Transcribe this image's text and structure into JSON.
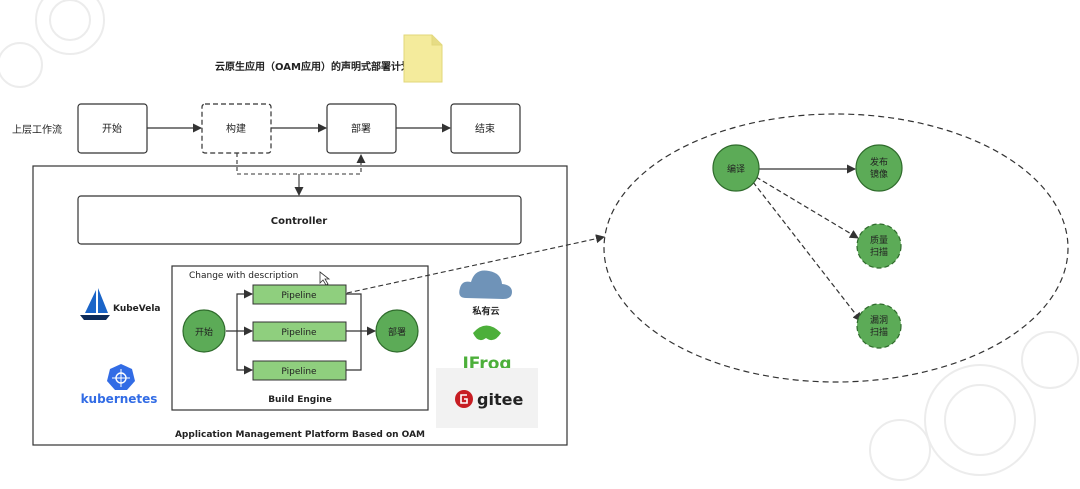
{
  "title": "云原生应用（OAM应用）的声明式部署计划",
  "upper_workflow_label": "上层工作流",
  "workflow_steps": [
    "开始",
    "构建",
    "部署",
    "结束"
  ],
  "controller_label": "Controller",
  "build_engine": {
    "note": "Change with description",
    "start": "开始",
    "end": "部署",
    "pipelines": [
      "Pipeline",
      "Pipeline",
      "Pipeline"
    ],
    "label": "Build Engine"
  },
  "platform_label": "Application Management Platform Based on OAM",
  "logos": {
    "kubevela": "KubeVela",
    "kubernetes": "kubernetes",
    "private_cloud": "私有云",
    "jfrog": "JFrog",
    "gitee": "gitee"
  },
  "detail": {
    "compile": "编译",
    "publish": [
      "发布",
      "镜像"
    ],
    "quality": [
      "质量",
      "扫描"
    ],
    "vuln": [
      "漏洞",
      "扫描"
    ]
  },
  "colors": {
    "node_fill": "#5cab57",
    "node_stroke": "#2f6b2c",
    "pipeline_fill": "#8fcf7e",
    "cloud": "#6f93b8",
    "jfrog": "#4caf3a",
    "gitee": "#c71d23",
    "kube": "#326ce5",
    "vela": "#1a64c8"
  }
}
